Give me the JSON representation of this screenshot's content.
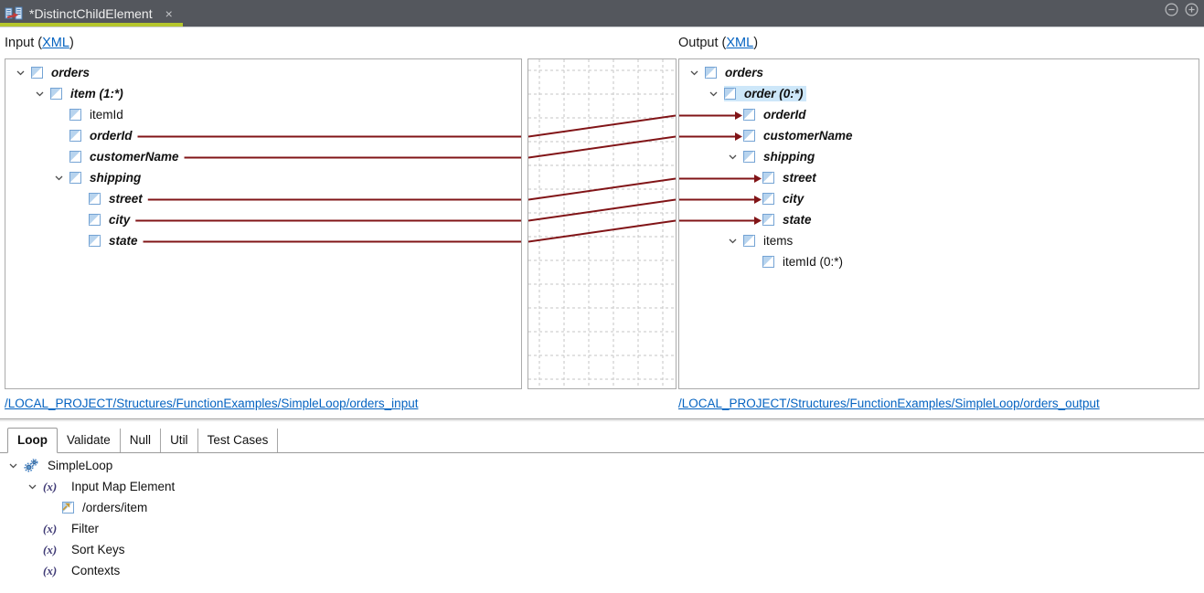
{
  "colors": {
    "topbar_bg": "#54575d",
    "tab_underline": "#b5c62c",
    "map_line": "#811417",
    "selection_bg": "#cde7f9",
    "link_blue": "#0563c1",
    "grid_gray": "#c5c5c5",
    "element_icon_blue": "#b8d4ee"
  },
  "topbar": {
    "tab_title": "*DistinctChildElement",
    "close_label": "×",
    "icons": [
      "map-document-icon",
      "collapse-circle-icon",
      "expand-circle-icon"
    ]
  },
  "headers": {
    "input": {
      "prefix": "Input (",
      "link": "XML",
      "suffix": ")"
    },
    "output": {
      "prefix": "Output (",
      "link": "XML",
      "suffix": ")"
    }
  },
  "input_tree": [
    {
      "id": "in-orders",
      "label": "orders",
      "level": 0,
      "expandable": true,
      "mapped": true
    },
    {
      "id": "in-item",
      "label": "item (1:*)",
      "level": 1,
      "expandable": true,
      "mapped": true
    },
    {
      "id": "in-itemId",
      "label": "itemId",
      "level": 2,
      "expandable": false,
      "mapped": false
    },
    {
      "id": "in-orderId",
      "label": "orderId",
      "level": 2,
      "expandable": false,
      "mapped": true
    },
    {
      "id": "in-customerName",
      "label": "customerName",
      "level": 2,
      "expandable": false,
      "mapped": true
    },
    {
      "id": "in-shipping",
      "label": "shipping",
      "level": 2,
      "expandable": true,
      "mapped": true
    },
    {
      "id": "in-street",
      "label": "street",
      "level": 3,
      "expandable": false,
      "mapped": true
    },
    {
      "id": "in-city",
      "label": "city",
      "level": 3,
      "expandable": false,
      "mapped": true
    },
    {
      "id": "in-state",
      "label": "state",
      "level": 3,
      "expandable": false,
      "mapped": true
    }
  ],
  "output_tree": [
    {
      "id": "out-orders",
      "label": "orders",
      "level": 0,
      "expandable": true,
      "mapped": true
    },
    {
      "id": "out-order",
      "label": "order (0:*)",
      "level": 1,
      "expandable": true,
      "mapped": true,
      "selected": true
    },
    {
      "id": "out-orderId",
      "label": "orderId",
      "level": 2,
      "expandable": false,
      "mapped": true,
      "arrow": true
    },
    {
      "id": "out-customerName",
      "label": "customerName",
      "level": 2,
      "expandable": false,
      "mapped": true,
      "arrow": true
    },
    {
      "id": "out-shipping",
      "label": "shipping",
      "level": 2,
      "expandable": true,
      "mapped": true
    },
    {
      "id": "out-street",
      "label": "street",
      "level": 3,
      "expandable": false,
      "mapped": true,
      "arrow": true
    },
    {
      "id": "out-city",
      "label": "city",
      "level": 3,
      "expandable": false,
      "mapped": true,
      "arrow": true
    },
    {
      "id": "out-state",
      "label": "state",
      "level": 3,
      "expandable": false,
      "mapped": true,
      "arrow": true
    },
    {
      "id": "out-items",
      "label": "items",
      "level": 2,
      "expandable": true,
      "mapped": false
    },
    {
      "id": "out-itemId",
      "label": "itemId (0:*)",
      "level": 3,
      "expandable": false,
      "mapped": false
    }
  ],
  "connections": [
    {
      "from": "in-orderId",
      "to": "out-orderId"
    },
    {
      "from": "in-customerName",
      "to": "out-customerName"
    },
    {
      "from": "in-street",
      "to": "out-street"
    },
    {
      "from": "in-city",
      "to": "out-city"
    },
    {
      "from": "in-state",
      "to": "out-state"
    }
  ],
  "paths": {
    "input": "/LOCAL_PROJECT/Structures/FunctionExamples/SimpleLoop/orders_input",
    "output": "/LOCAL_PROJECT/Structures/FunctionExamples/SimpleLoop/orders_output"
  },
  "bottom_tabs": [
    {
      "label": "Loop",
      "active": true
    },
    {
      "label": "Validate",
      "active": false
    },
    {
      "label": "Null",
      "active": false
    },
    {
      "label": "Util",
      "active": false
    },
    {
      "label": "Test Cases",
      "active": false
    }
  ],
  "bottom_tree": [
    {
      "label": "SimpleLoop",
      "level": 0,
      "expandable": true,
      "icon": "gears-icon"
    },
    {
      "label": "Input Map Element",
      "level": 1,
      "expandable": true,
      "icon": "fx-icon"
    },
    {
      "label": "/orders/item",
      "level": 2,
      "expandable": false,
      "icon": "element-input-icon"
    },
    {
      "label": "Filter",
      "level": 1,
      "expandable": false,
      "icon": "fx-icon"
    },
    {
      "label": "Sort Keys",
      "level": 1,
      "expandable": false,
      "icon": "fx-icon"
    },
    {
      "label": "Contexts",
      "level": 1,
      "expandable": false,
      "icon": "fx-icon"
    }
  ]
}
